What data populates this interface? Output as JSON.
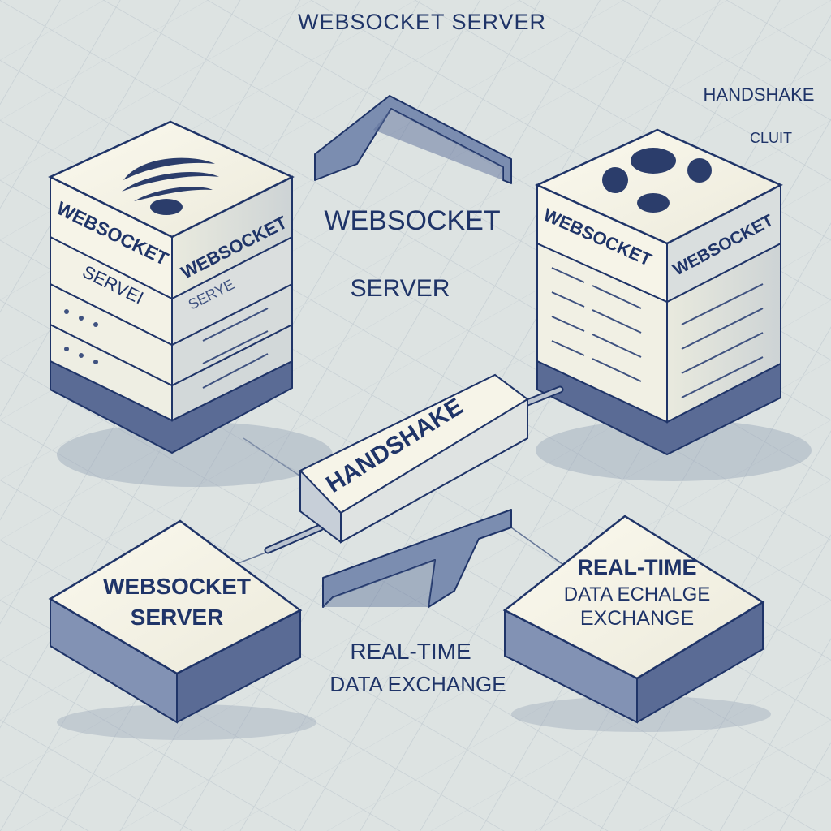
{
  "top_title": "WEBSOCKET SERVER",
  "corner_label": {
    "line1": "HANDSHAKE",
    "line2": "CLUIT"
  },
  "center_label": {
    "line1": "WEBSOCKET",
    "line2": "SERVER"
  },
  "left_server": {
    "top_label": "WEBSOCKET",
    "side_label_1": "WEBSOCKET",
    "front_label": "SERVEI",
    "side_label_2": "SERYE"
  },
  "right_server": {
    "front_label": "WEBSOCKET",
    "side_label": "WEBSOCKET"
  },
  "handshake_box": "HANDSHAKE",
  "bottom_left_box": {
    "line1": "WEBSOCKET",
    "line2": "SERVER"
  },
  "bottom_right_box": {
    "line1": "REAL-TIME",
    "line2": "DATA ECHALGE",
    "line3": "EXCHANGE"
  },
  "bottom_center_label": {
    "line1": "REAL-TIME",
    "line2": "DATA EXCHANGE"
  },
  "colors": {
    "ink": "#1f3468",
    "paper": "#f5f3e6",
    "shade": "#7b8db0",
    "dark": "#3f5280",
    "grid": "#c3ccd1",
    "bg": "#dde3e2"
  }
}
